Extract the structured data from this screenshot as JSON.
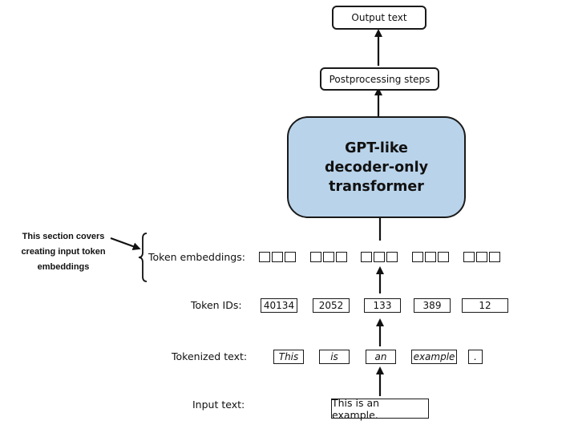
{
  "output": {
    "label": "Output text"
  },
  "postprocessing": {
    "label": "Postprocessing steps"
  },
  "model": {
    "line1": "GPT-like",
    "line2": "decoder-only",
    "line3": "transformer"
  },
  "rows": {
    "embeddings_label": "Token embeddings:",
    "ids_label": "Token IDs:",
    "tokenized_label": "Tokenized text:",
    "input_label": "Input text:"
  },
  "token_ids": [
    "40134",
    "2052",
    "133",
    "389",
    "12"
  ],
  "tokens": [
    "This",
    "is",
    "an",
    "example",
    "."
  ],
  "input_text": "This is an example.",
  "note": {
    "line1": "This section covers",
    "line2": "creating input token",
    "line3": "embeddings"
  },
  "colors": {
    "model_fill": "#b9d3ea",
    "stroke": "#1a1a1a"
  }
}
